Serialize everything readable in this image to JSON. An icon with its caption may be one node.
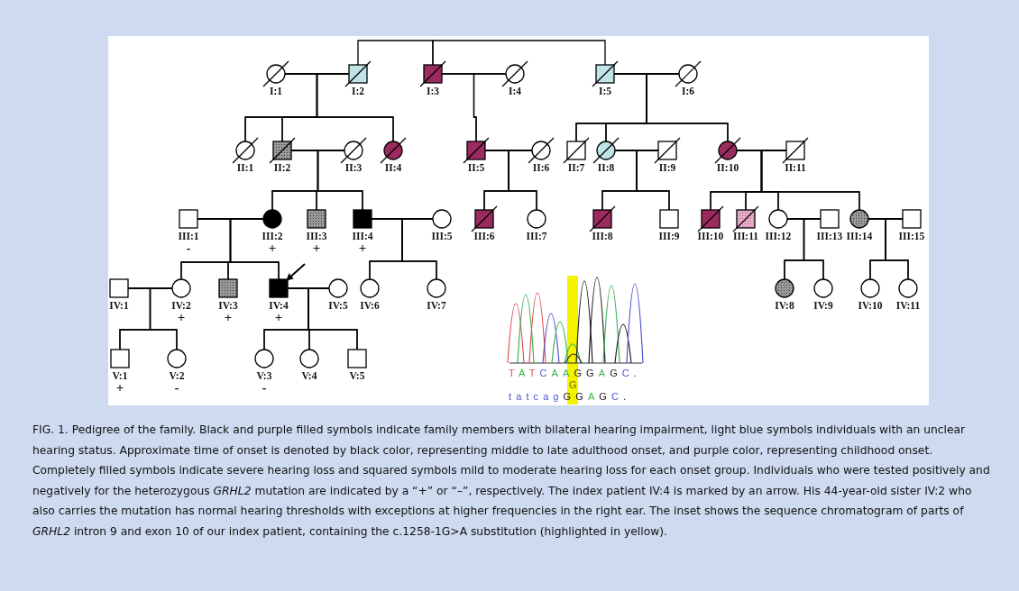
{
  "diagram": {
    "caption": "FIG. 1. Pedigree of the family. Black and purple filled symbols indicate family members with bilateral hearing impairment, light blue symbols individuals with an unclear hearing status. Approximate time of onset is denoted by black color, representing middle to late adulthood onset, and purple color, representing childhood onset. Completely filled symbols indicate severe hearing loss and squared symbols mild to moderate hearing loss for each onset group. Individuals who were tested positively and negatively for the heterozygous *GRHL2* mutation are indicated by a “+” or “–”, respectively. The index patient IV:4 is marked by an arrow. His 44-year-old sister IV:2 who also carries the mutation has normal hearing thresholds with exceptions at higher frequencies in the right ear. The inset shows the sequence chromatogram of parts of *GRHL2* intron 9 and exon 10 of our index patient, containing the c.1258-1G>A substitution (highlighted in yellow).",
    "nodes": [
      {
        "text": [],
        "shape": "circle",
        "beside": [
          "I:1"
        ]
      },
      {
        "text": [],
        "shape": "box",
        "beside": [
          "I:2"
        ]
      },
      {
        "text": [],
        "shape": "box",
        "beside": [
          "I:3"
        ]
      },
      {
        "text": [],
        "shape": "circle",
        "beside": [
          "I:4"
        ]
      },
      {
        "text": [],
        "shape": "box",
        "beside": [
          "I:5"
        ]
      },
      {
        "text": [],
        "shape": "circle",
        "beside": [
          "I:6"
        ]
      },
      {
        "text": [],
        "shape": "circle",
        "beside": [
          "II:1"
        ]
      },
      {
        "text": [],
        "shape": "box",
        "beside": [
          "II:2"
        ]
      },
      {
        "text": [],
        "shape": "circle",
        "beside": [
          "II:3"
        ]
      },
      {
        "text": [],
        "shape": "circle",
        "beside": [
          "II:4"
        ]
      },
      {
        "text": [],
        "shape": "box",
        "beside": [
          "II:5"
        ]
      },
      {
        "text": [],
        "shape": "circle",
        "beside": [
          "II:6"
        ]
      },
      {
        "text": [],
        "shape": "box",
        "beside": [
          "II:7"
        ]
      },
      {
        "text": [],
        "shape": "circle",
        "beside": [
          "II:8"
        ]
      },
      {
        "text": [],
        "shape": "box",
        "beside": [
          "II:9"
        ]
      },
      {
        "text": [],
        "shape": "circle",
        "beside": [
          "II:10"
        ]
      },
      {
        "text": [],
        "shape": "box",
        "beside": [
          "II:11"
        ]
      },
      {
        "text": [],
        "shape": "box",
        "beside": [
          "III:1",
          "-"
        ]
      },
      {
        "text": [],
        "shape": "circle",
        "beside": [
          "III:2",
          "+"
        ]
      },
      {
        "text": [],
        "shape": "box",
        "beside": [
          "III:3",
          "+"
        ]
      },
      {
        "text": [],
        "shape": "box",
        "beside": [
          "III:4",
          "+"
        ]
      },
      {
        "text": [],
        "shape": "circle",
        "beside": [
          "III:5"
        ]
      },
      {
        "text": [],
        "shape": "box",
        "beside": [
          "III:6"
        ]
      },
      {
        "text": [],
        "shape": "circle",
        "beside": [
          "III:7"
        ]
      },
      {
        "text": [],
        "shape": "box",
        "beside": [
          "III:8"
        ]
      },
      {
        "text": [],
        "shape": "box",
        "beside": [
          "III:9"
        ]
      },
      {
        "text": [],
        "shape": "box",
        "beside": [
          "III:10"
        ]
      },
      {
        "text": [],
        "shape": "box",
        "beside": [
          "III:11"
        ]
      },
      {
        "text": [],
        "shape": "circle",
        "beside": [
          "III:12"
        ]
      },
      {
        "text": [],
        "shape": "box",
        "beside": [
          "III:13"
        ]
      },
      {
        "text": [],
        "shape": "circle",
        "beside": [
          "III:14"
        ]
      },
      {
        "text": [],
        "shape": "box",
        "beside": [
          "III:15"
        ]
      },
      {
        "text": [],
        "shape": "box",
        "beside": [
          "IV:1"
        ]
      },
      {
        "text": [],
        "shape": "circle",
        "beside": [
          "IV:2",
          "+"
        ]
      },
      {
        "text": [],
        "shape": "box",
        "beside": [
          "IV:3",
          "+"
        ]
      },
      {
        "text": [],
        "shape": "box",
        "beside": [
          "IV:4",
          "+"
        ]
      },
      {
        "text": [],
        "shape": "circle",
        "beside": [
          "IV:5"
        ]
      },
      {
        "text": [],
        "shape": "circle",
        "beside": [
          "IV:6"
        ]
      },
      {
        "text": [],
        "shape": "circle",
        "beside": [
          "IV:7"
        ]
      },
      {
        "text": [],
        "shape": "circle",
        "beside": [
          "IV:8"
        ]
      },
      {
        "text": [],
        "shape": "circle",
        "beside": [
          "IV:9"
        ]
      },
      {
        "text": [],
        "shape": "circle",
        "beside": [
          "IV:10"
        ]
      },
      {
        "text": [],
        "shape": "circle",
        "beside": [
          "IV:11"
        ]
      },
      {
        "text": [],
        "shape": "box",
        "beside": [
          "V:1",
          "+"
        ]
      },
      {
        "text": [],
        "shape": "circle",
        "beside": [
          "V:2",
          "-"
        ]
      },
      {
        "text": [],
        "shape": "circle",
        "beside": [
          "V:3",
          "-"
        ]
      },
      {
        "text": [],
        "shape": "circle",
        "beside": [
          "V:4"
        ]
      },
      {
        "text": [],
        "shape": "box",
        "beside": [
          "V:5"
        ]
      }
    ],
    "edges": [
      {
        "from": 1,
        "to": 2,
        "arrow": "none"
      },
      {
        "from": 2,
        "to": 4,
        "arrow": "none"
      },
      {
        "from": 0,
        "to": 1,
        "arrow": "none"
      },
      {
        "from": 0,
        "to": 6,
        "arrow": "none"
      },
      {
        "from": 1,
        "to": 6,
        "arrow": "none"
      },
      {
        "from": 0,
        "to": 7,
        "arrow": "none"
      },
      {
        "from": 1,
        "to": 7,
        "arrow": "none"
      },
      {
        "from": 0,
        "to": 9,
        "arrow": "none"
      },
      {
        "from": 1,
        "to": 9,
        "arrow": "none"
      },
      {
        "from": 2,
        "to": 3,
        "arrow": "none"
      },
      {
        "from": 2,
        "to": 10,
        "arrow": "none"
      },
      {
        "from": 3,
        "to": 10,
        "arrow": "none"
      },
      {
        "from": 4,
        "to": 5,
        "arrow": "none"
      },
      {
        "from": 4,
        "to": 12,
        "arrow": "none"
      },
      {
        "from": 5,
        "to": 12,
        "arrow": "none"
      },
      {
        "from": 4,
        "to": 13,
        "arrow": "none"
      },
      {
        "from": 5,
        "to": 13,
        "arrow": "none"
      },
      {
        "from": 4,
        "to": 15,
        "arrow": "none"
      },
      {
        "from": 5,
        "to": 15,
        "arrow": "none"
      },
      {
        "from": 7,
        "to": 8,
        "arrow": "none"
      },
      {
        "from": 7,
        "to": 18,
        "arrow": "none"
      },
      {
        "from": 8,
        "to": 18,
        "arrow": "none"
      },
      {
        "from": 7,
        "to": 19,
        "arrow": "none"
      },
      {
        "from": 8,
        "to": 19,
        "arrow": "none"
      },
      {
        "from": 7,
        "to": 20,
        "arrow": "none"
      },
      {
        "from": 8,
        "to": 20,
        "arrow": "none"
      },
      {
        "from": 10,
        "to": 11,
        "arrow": "none"
      },
      {
        "from": 10,
        "to": 22,
        "arrow": "none"
      },
      {
        "from": 11,
        "to": 22,
        "arrow": "none"
      },
      {
        "from": 10,
        "to": 23,
        "arrow": "none"
      },
      {
        "from": 11,
        "to": 23,
        "arrow": "none"
      },
      {
        "from": 13,
        "to": 14,
        "arrow": "none"
      },
      {
        "from": 13,
        "to": 24,
        "arrow": "none"
      },
      {
        "from": 14,
        "to": 24,
        "arrow": "none"
      },
      {
        "from": 13,
        "to": 25,
        "arrow": "none"
      },
      {
        "from": 14,
        "to": 25,
        "arrow": "none"
      },
      {
        "from": 15,
        "to": 16,
        "arrow": "none"
      },
      {
        "from": 15,
        "to": 26,
        "arrow": "none"
      },
      {
        "from": 16,
        "to": 26,
        "arrow": "none"
      },
      {
        "from": 15,
        "to": 27,
        "arrow": "none"
      },
      {
        "from": 16,
        "to": 27,
        "arrow": "none"
      },
      {
        "from": 15,
        "to": 28,
        "arrow": "none"
      },
      {
        "from": 16,
        "to": 28,
        "arrow": "none"
      },
      {
        "from": 15,
        "to": 30,
        "arrow": "none"
      },
      {
        "from": 16,
        "to": 30,
        "arrow": "none"
      },
      {
        "from": 17,
        "to": 18,
        "arrow": "none"
      },
      {
        "from": 17,
        "to": 33,
        "arrow": "none"
      },
      {
        "from": 18,
        "to": 33,
        "arrow": "none"
      },
      {
        "from": 17,
        "to": 34,
        "arrow": "none"
      },
      {
        "from": 18,
        "to": 34,
        "arrow": "none"
      },
      {
        "from": 17,
        "to": 35,
        "arrow": "none"
      },
      {
        "from": 18,
        "to": 35,
        "arrow": "none"
      },
      {
        "from": 20,
        "to": 21,
        "arrow": "none"
      },
      {
        "from": 20,
        "to": 37,
        "arrow": "none"
      },
      {
        "from": 21,
        "to": 37,
        "arrow": "none"
      },
      {
        "from": 20,
        "to": 38,
        "arrow": "none"
      },
      {
        "from": 21,
        "to": 38,
        "arrow": "none"
      },
      {
        "from": 28,
        "to": 29,
        "arrow": "none"
      },
      {
        "from": 28,
        "to": 39,
        "arrow": "none"
      },
      {
        "from": 29,
        "to": 39,
        "arrow": "none"
      },
      {
        "from": 28,
        "to": 40,
        "arrow": "none"
      },
      {
        "from": 29,
        "to": 40,
        "arrow": "none"
      },
      {
        "from": 30,
        "to": 31,
        "arrow": "none"
      },
      {
        "from": 30,
        "to": 41,
        "arrow": "none"
      },
      {
        "from": 31,
        "to": 41,
        "arrow": "none"
      },
      {
        "from": 30,
        "to": 42,
        "arrow": "none"
      },
      {
        "from": 31,
        "to": 42,
        "arrow": "none"
      },
      {
        "from": 32,
        "to": 33,
        "arrow": "none"
      },
      {
        "from": 32,
        "to": 43,
        "arrow": "none"
      },
      {
        "from": 33,
        "to": 43,
        "arrow": "none"
      },
      {
        "from": 32,
        "to": 44,
        "arrow": "none"
      },
      {
        "from": 33,
        "to": 44,
        "arrow": "none"
      },
      {
        "from": 35,
        "to": 36,
        "arrow": "none"
      },
      {
        "from": 35,
        "to": 45,
        "arrow": "none"
      },
      {
        "from": 36,
        "to": 45,
        "arrow": "none"
      },
      {
        "from": 35,
        "to": 46,
        "arrow": "none"
      },
      {
        "from": 36,
        "to": 46,
        "arrow": "none"
      },
      {
        "from": 35,
        "to": 47,
        "arrow": "none"
      },
      {
        "from": 36,
        "to": 47,
        "arrow": "none"
      },
      {
        "from": null,
        "to": 35,
        "arrow": "to"
      }
    ],
    "labels": [
      "TATCAAGGAGC.",
      "G",
      "tatcagGGAGC."
    ]
  }
}
